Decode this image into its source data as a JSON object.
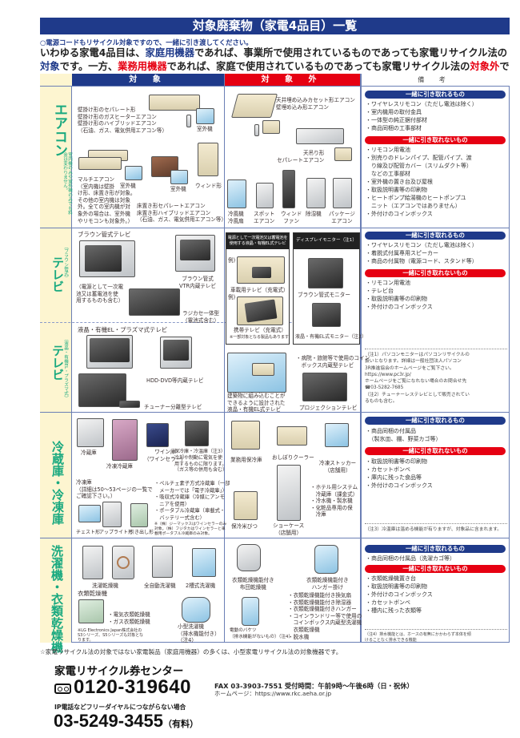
{
  "title": "対象廃棄物（家電4品目）一覧",
  "notice": "○電源コードもリサイクル対象ですので、一緒に引き渡してください。",
  "intro": {
    "p1": "いわゆる家電4品目は、",
    "home": "家庭用機器",
    "p2": "であれば、事業所で使用されているものであっても家電リサイクル法の",
    "target": "対象",
    "p3": "です。一方、",
    "business": "業務用機器",
    "p4": "であれば、家庭で使用されているものであっても家電リサイクル法の",
    "excluded": "対象外",
    "p5": "です。"
  },
  "headers": {
    "target": "対 象",
    "excluded": "対 象 外",
    "remarks": "備 考"
  },
  "colors": {
    "navy": "#1f3a8a",
    "red": "#e60012",
    "green": "#19a97f",
    "label_bg": "#fdf5d0"
  },
  "remarks_headings": {
    "ok": "一緒に引き取れるもの",
    "ng": "一緒に引き取れないもの"
  },
  "aircon": {
    "label": "エアコン",
    "note": "室内機のみや室外機のみでも料金は変わりません。",
    "target": {
      "wall": "壁掛け形のセパレート形\n壁掛け形のガスヒーターエアコン\n壁掛け形のハイブリッドエアコン\n（石油、ガス、電気併用エアコン等）",
      "outdoor": "室外機",
      "multi": "マルチエアコン\n（室内機は壁掛\nけ形、床置き形が対象。\nその他の室内機は対象\n外。全ての室内機が対\n象外の場合は、室外機\nやリモコンも対象外。）",
      "floor": "床置き形セパレートエアコン\n床置き形ハイブリッドエアコン\n（石油、ガス、電気併用エアコン等）",
      "window": "ウィンド形"
    },
    "excluded": {
      "ceiling": "天井埋め込みカセット形エアコン\n壁埋め込み形エアコン",
      "hanging": "天吊り形\nセパレートエアコン",
      "items": [
        "冷風機\n冷風扇",
        "スポット\nエアコン",
        "ウィンド\nファン",
        "除湿機",
        "パッケージ\nエアコン"
      ]
    },
    "ok": "・ワイヤレスリモコン（ただし電池は除く）\n・室内機用の取付金具\n・一体型の純正据付部材\n・商品同梱の工事部材",
    "ng": "・リモコン用電池\n・別売りのドレンパイプ、配管パイプ、渡\n　り線及び配管カバー（スリムダクト等）\n　などの工事部材\n・室外機の置き台及び屋根\n・取扱説明書等の印刷物\n・ヒートポンプ給湯機のヒートポンプユ\n　ニット（エアコンではありません）\n・外付けのコインボックス"
  },
  "tv": {
    "label_crt": "テレビ",
    "sub_crt": "（ブラウン管式）",
    "label_lcd": "テレビ",
    "sub_lcd": "（液晶・有機EL・プラズマ式）",
    "target": {
      "crt": "ブラウン管式テレビ",
      "crt_note": "（電源として一次電\n池又は蓄電池を使\n用するものも含む）",
      "vtr": "ブラウン管式\nVTR内蔵テレビ",
      "radio": "ラジカセ一体型\n（電池式含む）",
      "lcd": "液晶・有機EL・プラズマ式テレビ",
      "hdd": "HDD-DVD等内蔵テレビ",
      "tuner": "チューナー分離型テレビ"
    },
    "excluded": {
      "battery_box": "電源として一次電池又は蓄電池を\n使用する液晶・有機EL式テレビ",
      "example": "例)",
      "car": "車載用テレビ（充電式）",
      "portable": "携帯テレビ（充電式）",
      "portable_note": "※一部対象となる製品もあります",
      "monitor_box": "ディスプレイモニター（注1）",
      "crt_monitor": "ブラウン管式モニター",
      "lcd_monitor": "液晶・有機EL式モニター（注2）",
      "coin": "・病院・旅館等で使用のコイン\n　ボックス内蔵型テレビ",
      "building": "建築物に組み込むことが\nできるように設計された\n液晶・有機EL式テレビ",
      "projection": "プロジェクションテレビ"
    },
    "ok": "・ワイヤレスリモコン（ただし電池は除く）\n・着脱式付属専用スピーカー\n・商品の付属物（電源コード、スタンド等）",
    "ng": "・リモコン用電池\n・テレビ台\n・取扱説明書等の印刷物\n・外付けのコインボックス",
    "footnote": "（注1）パソコンモニターはパソコンリサイクルの\n扱いとなります。詳細は一般社団法人パソコン\n3R推進協会のホームページをご覧下さい。\nhttps://www.pc3r.jp/\nホームページをご覧になれない場合のお問合せ先\n☎03-5282-7685\n（注2）チューナーレステレビとして販売されてい\nるものも含む。"
  },
  "fridge": {
    "label": "冷蔵庫・冷凍庫",
    "target": {
      "fridge": "冷蔵庫",
      "freezer_fridge": "冷凍冷蔵庫",
      "wine": "ワイン庫\n（ワインセラー）",
      "cool": "保冷庫・冷温庫（注3）\n冷却や制動に電気を使\n用するものに限ります。\n（ガス等の併用も含む）",
      "freezer": "冷凍庫\n（詳細は50～53ページの一覧で\nご確認下さい。）",
      "chest": "チェスト形",
      "upright": "アップライト形",
      "drawer": "引き出し形",
      "bullets": "・ペルチェ素子方式冷蔵庫（一部\n　メーカーでは「電子冷蔵庫」）\n・吸収式冷蔵庫（冷媒にアンモ\n　ニアを使用）\n・ポータブル冷蔵庫（車載式・\n　バッテリー式含む）",
      "maker_note": "※（株）ジーマックスはワインセラーのみ\n対象。（株）フジタカはワインセラーと車\n載用ポータブル冷蔵庫のみ対象。"
    },
    "excluded": {
      "biz": "業務用保冷庫",
      "oshibori": "おしぼりクーラー",
      "stocker": "冷凍ストッカー\n（店舗用）",
      "rice": "保冷米びつ",
      "showcase": "ショーケース\n（店舗用）",
      "bullets": "・ホテル用システム\n　冷蔵庫（課金式）\n・冷水機・製氷機\n・化粧品専用の保\n　冷庫"
    },
    "ok": "・商品同梱の付属品\n　（製氷皿、棚、野菜カゴ等）",
    "ng": "・取扱説明書等の印刷物\n・カセットボンベ\n・庫内に残った食品等\n・外付けのコインボックス",
    "footnote": "（注3）冷温庫は温める機能が有りますが、対象品に含まれます。"
  },
  "washer": {
    "label": "洗濯機・衣類乾燥機",
    "target": {
      "washer_dryer": "洗濯乾燥機",
      "auto": "全自動洗濯機",
      "twin": "2槽式洗濯機",
      "dryer": "衣類乾燥機",
      "dryer_bullets": "・電気衣類乾燥機\n・ガス衣類乾燥機",
      "lg_note": "※LG Electronics Japan株式会社の\nS3シリーズ、S5シリーズも対象とな\nります。",
      "small": "小型洗濯機\n（排水機能付き）\n（注4）"
    },
    "excluded": {
      "futon": "衣類乾燥機能付き\n布団乾燥機",
      "hanger": "衣類乾燥機能付き\nハンガー掛け",
      "bucket": "電動のバケツ\n（排水機能がないもの）（注4）",
      "bullets": "・衣類乾燥機能付き換気扇\n・衣類乾燥機能付き除湿器\n・衣類乾燥機能付きハンガー\n・コインランドリー等で使用の\n　コインボックス内蔵型洗濯機\n　衣類乾燥機\n・脱水機"
    },
    "ok": "・商品同梱の付属品（洗濯カゴ等）",
    "ng": "・衣類乾燥機置き台\n・取扱説明書等の印刷物\n・外付けのコインボックス\n・カセットボンベ\n・槽内に残った衣類等",
    "footnote": "（注4）排水機能とは、ホースの有無にかかわらず本体を傾\nけることなく排水できる機能"
  },
  "footer": {
    "note": "☆家電リサイクル法の対象ではない家電製品（家庭用機器）の多くは、小型家電リサイクル法の対象機器です。",
    "center": "家電リサイクル券センター",
    "freedial_icon": "free-dial-icon",
    "phone": "0120-319640",
    "fax": "FAX 03-3903-7551  受付時間：午前9時～午後6時（日・祝休）",
    "homepage": "ホームページ：https://www.rkc.aeha.or.jp",
    "ip_note": "IP電話などフリーダイヤルにつながらない場合",
    "phone2": "03-5249-3455",
    "paid": "（有料）"
  }
}
